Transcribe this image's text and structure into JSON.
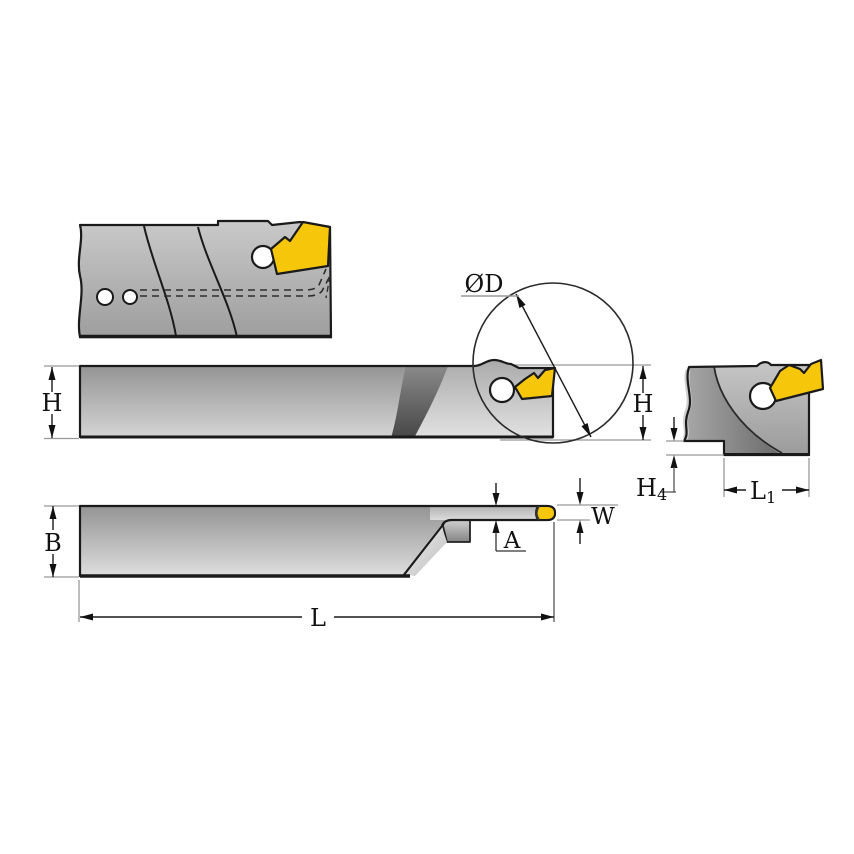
{
  "drawing": {
    "kind": "technical-drawing",
    "colors": {
      "background": "#ffffff",
      "outline": "#1a1a1a",
      "extension_line": "#999999",
      "insert_yellow": "#f6c60a",
      "body_gray_light": "#d6d6d6",
      "body_gray_dark": "#8f8f8f"
    },
    "dimensions": {
      "side_view": {
        "diameter": "ØD",
        "height_left": "H",
        "height_right": "H"
      },
      "end_view": {
        "step_height_base": "H",
        "step_height_sub": "4",
        "head_length_base": "L",
        "head_length_sub": "1"
      },
      "bottom_view": {
        "body_height": "B",
        "blade_offset": "A",
        "insert_width": "W",
        "overall_length": "L"
      }
    }
  }
}
